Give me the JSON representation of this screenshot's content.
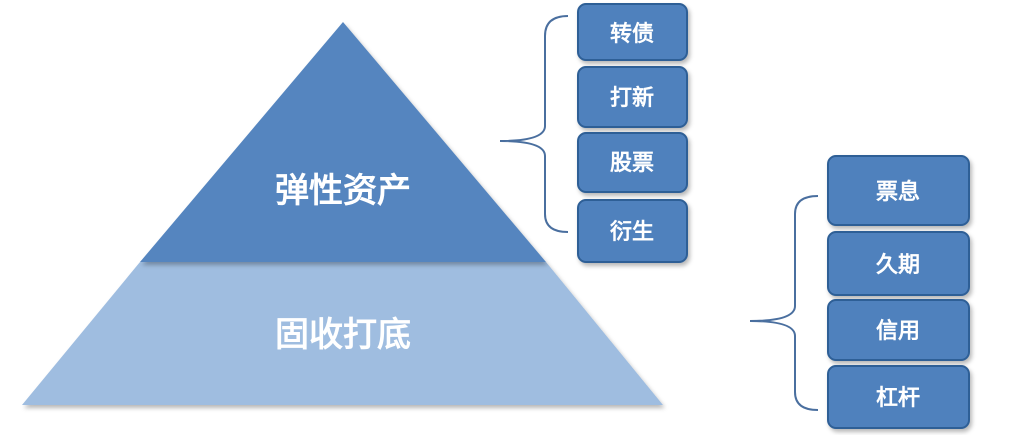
{
  "pyramid": {
    "top_label": "弹性资产",
    "bottom_label": "固收打底",
    "top_color": "#5585bf",
    "bottom_color": "#9fbde0"
  },
  "elastic_group": {
    "items": [
      {
        "label": "转债"
      },
      {
        "label": "打新"
      },
      {
        "label": "股票"
      },
      {
        "label": "衍生"
      }
    ]
  },
  "fixed_income_group": {
    "items": [
      {
        "label": "票息"
      },
      {
        "label": "久期"
      },
      {
        "label": "信用"
      },
      {
        "label": "杠杆"
      }
    ]
  },
  "colors": {
    "box_fill": "#4f81bd",
    "box_border": "#2f5f96",
    "brace": "#4a6f9f",
    "text": "#ffffff"
  }
}
